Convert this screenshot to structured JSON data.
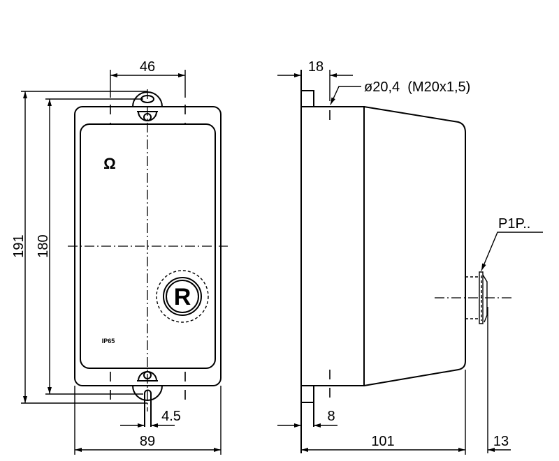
{
  "front_view": {
    "dim_width_mounting": "46",
    "dim_height_overall": "191",
    "dim_height_mounting": "180",
    "dim_width_overall": "89",
    "dim_slot": "4.5",
    "marking_ip": "IP65",
    "logo_symbol": "Ω",
    "button_letter": "R"
  },
  "side_view": {
    "dim_flange": "18",
    "dim_thread_label": "ø20,4  (M20x1,5)",
    "dim_lug": "8",
    "dim_depth": "101",
    "dim_button": "13",
    "button_part_label": "P1P.."
  }
}
